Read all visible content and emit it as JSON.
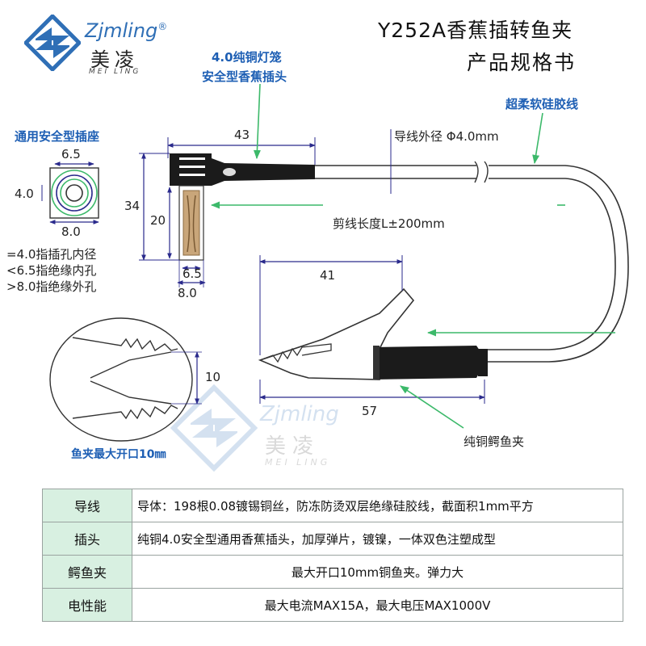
{
  "brand": {
    "name_en": "Zjmling",
    "registered": "®",
    "name_cn": "美凌",
    "name_pinyin": "MEI LING"
  },
  "title": {
    "line1": "Y252A香蕉插转鱼夹",
    "line2": "产品规格书"
  },
  "labels": {
    "plug_line1": "4.0纯铜灯笼",
    "plug_line2": "安全型香蕉插头",
    "cable": "超柔软硅胶线",
    "socket": "通用安全型插座",
    "jaw": "鱼夹最大开口10㎜",
    "cable_od": "导线外径 Φ4.0mm",
    "cut_length": "剪线长度L±200mm",
    "alligator": "纯铜鳄鱼夹"
  },
  "dimensions": {
    "plug_width": "43",
    "plug_height_total": "34",
    "pin_length": "20",
    "pin_inner": "6.5",
    "pin_outer": "8.0",
    "socket_outer_top": "6.5",
    "socket_inner": "4.0",
    "socket_outer_bottom": "8.0",
    "clip_length_jaw": "41",
    "clip_length_total": "57",
    "jaw_opening": "10"
  },
  "socket_notes": [
    "=4.0指插孔内径",
    "<6.5指绝缘内孔",
    ">8.0指绝缘外孔"
  ],
  "spec_table": [
    {
      "name": "导线",
      "value": "导体：198根0.08镀锡铜丝，防冻防烫双层绝缘硅胶线，截面积1mm平方"
    },
    {
      "name": "插头",
      "value": "纯铜4.0安全型通用香蕉插头，加厚弹片，镀镍，一体双色注塑成型"
    },
    {
      "name": "鳄鱼夹",
      "value": "最大开口10mm铜鱼夹。弹力大"
    },
    {
      "name": "电性能",
      "value": "最大电流MAX15A，最大电压MAX1000V"
    }
  ],
  "colors": {
    "label_blue": "#1e5fb4",
    "dim_line": "#2a2a8c",
    "arrow_green": "#3cb96a",
    "table_header": "#d8f0e1",
    "logo_blue": "#2f6fb6"
  }
}
